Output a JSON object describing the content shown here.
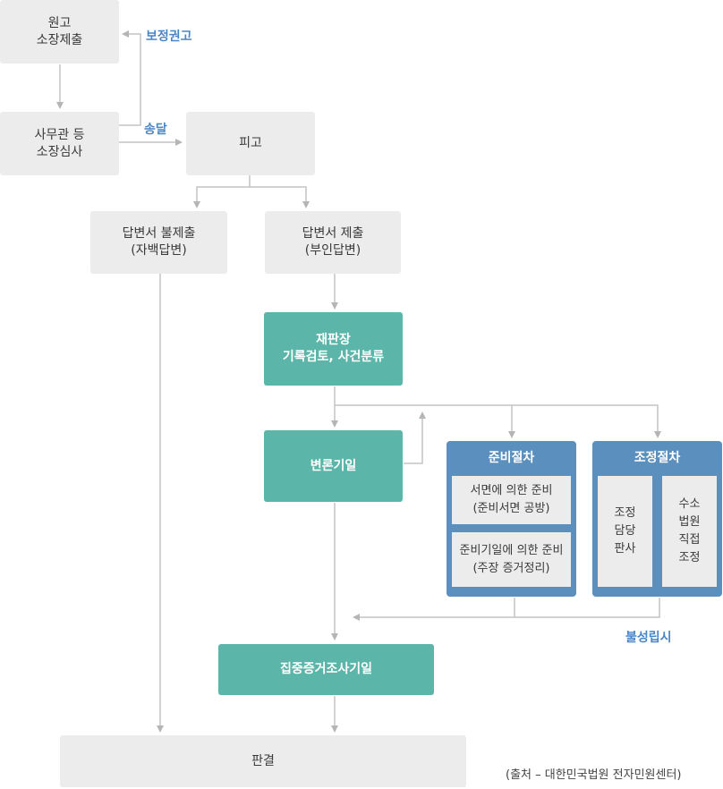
{
  "nodes": {
    "plaintiff": "원고\n소장제출",
    "clerk": "사무관 등\n소장심사",
    "defendant": "피고",
    "no_answer": "답변서 불제출\n(자백답변)",
    "answer": "답변서 제출\n(부인답변)",
    "review": "재판장\n기록검토, 사건분류",
    "hearing": "변론기일",
    "intensive": "집중증거조사기일",
    "judgment": "판결"
  },
  "panels": {
    "prep": {
      "title": "준비절차",
      "items": [
        "서면에 의한 준비\n(준비서면 공방)",
        "준비기일에 의한 준비\n(주장 증거정리)"
      ]
    },
    "mediation": {
      "title": "조정절차",
      "items": [
        "조정\n담당\n판사",
        "수소\n법원\n직접\n조정"
      ]
    }
  },
  "labels": {
    "correction": "보정권고",
    "service": "송달",
    "failed": "불성립시"
  },
  "source": "(출처 – 대한민국법원 전자민원센터)",
  "colors": {
    "box": "#ececec",
    "teal": "#5bb5a8",
    "blue_panel": "#5b8fbe",
    "label_blue": "#4a86c5",
    "line": "#bdbdbd"
  }
}
